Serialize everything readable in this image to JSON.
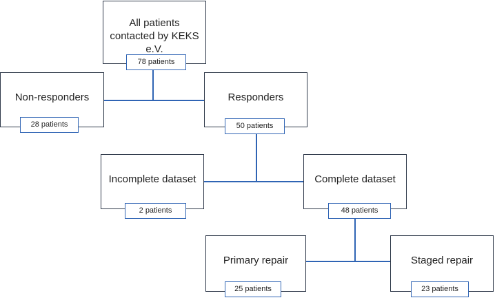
{
  "flowchart": {
    "root": {
      "title": "All patients contacted by KEKS e.V.",
      "count": "78 patients"
    },
    "non_responders": {
      "title": "Non-responders",
      "count": "28 patients"
    },
    "responders": {
      "title": "Responders",
      "count": "50 patients"
    },
    "incomplete_dataset": {
      "title": "Incomplete dataset",
      "count": "2 patients"
    },
    "complete_dataset": {
      "title": "Complete dataset",
      "count": "48 patients"
    },
    "primary_repair": {
      "title": "Primary repair",
      "count": "25 patients"
    },
    "staged_repair": {
      "title": "Staged repair",
      "count": "23 patients"
    }
  },
  "colors": {
    "box_border": "#2d3748",
    "badge_border": "#2f64b4",
    "connector": "#2f64b4"
  }
}
